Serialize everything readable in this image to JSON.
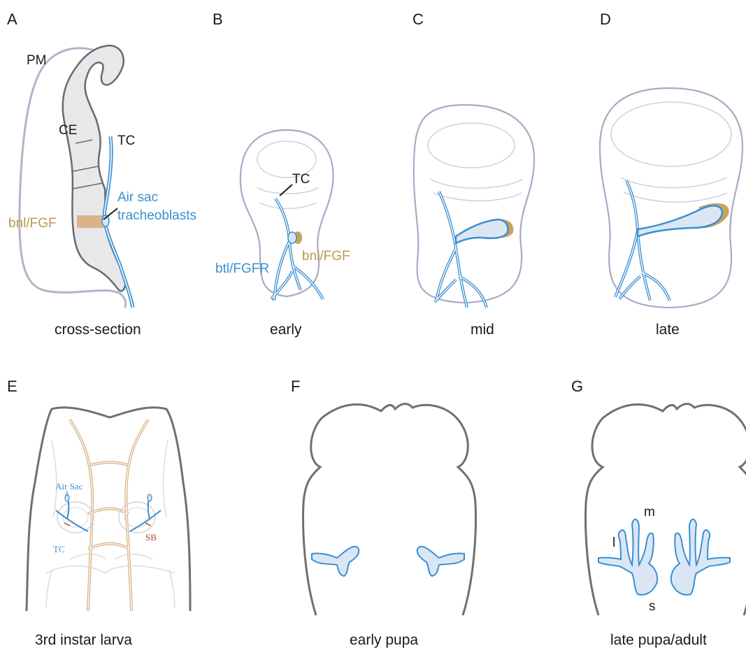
{
  "colors": {
    "trachea_blue": "#3a8fd0",
    "tracheoblast_fill": "#dbe6f5",
    "fgf_gold": "#c9a25e",
    "sb_red": "#c0392b",
    "outline_gray": "#a9a9c4",
    "epithelium_fill": "#e9e9ec"
  },
  "panels": {
    "A": {
      "letter": "A",
      "caption": "cross-section",
      "labels": {
        "pm": "PM",
        "ce": "CE",
        "tc": "TC",
        "bnl": "bnl/FGF",
        "air_sac_1": "Air sac",
        "air_sac_2": "tracheoblasts"
      }
    },
    "B": {
      "letter": "B",
      "caption": "early",
      "labels": {
        "tc": "TC",
        "bnl": "bnl/FGF",
        "btl": "btl/FGFR"
      }
    },
    "C": {
      "letter": "C",
      "caption": "mid"
    },
    "D": {
      "letter": "D",
      "caption": "late"
    },
    "E": {
      "letter": "E",
      "caption": "3rd instar larva",
      "labels": {
        "air_sac": "Air Sac",
        "tc": "TC",
        "sb": "SB"
      }
    },
    "F": {
      "letter": "F",
      "caption": "early pupa"
    },
    "G": {
      "letter": "G",
      "caption": "late pupa/adult",
      "labels": {
        "m": "m",
        "l": "l",
        "s": "s"
      }
    }
  }
}
